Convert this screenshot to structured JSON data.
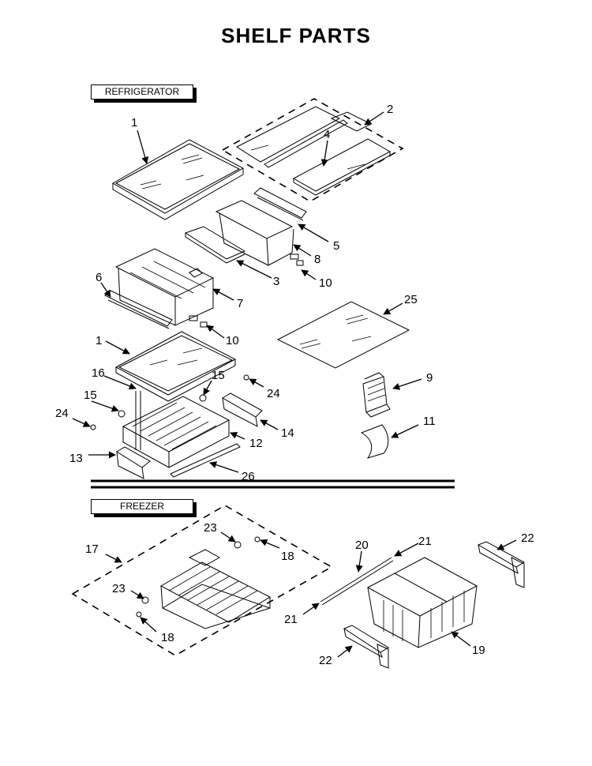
{
  "title": "SHELF PARTS",
  "sections": {
    "refrigerator": "REFRIGERATOR",
    "freezer": "FREEZER"
  },
  "callouts": {
    "c1a": "1",
    "c2": "2",
    "c4": "4",
    "c5": "5",
    "c8": "8",
    "c3": "3",
    "c10a": "10",
    "c6": "6",
    "c7": "7",
    "c10b": "10",
    "c25": "25",
    "c1b": "1",
    "c16": "16",
    "c15a": "15",
    "c24a": "24",
    "c15b": "15",
    "c9": "9",
    "c24b": "24",
    "c14": "14",
    "c12": "12",
    "c11": "11",
    "c13": "13",
    "c26": "26",
    "c17": "17",
    "c23a": "23",
    "c18a": "18",
    "c23b": "23",
    "c18b": "18",
    "c20": "20",
    "c21a": "21",
    "c22a": "22",
    "c21b": "21",
    "c22b": "22",
    "c19": "19"
  }
}
